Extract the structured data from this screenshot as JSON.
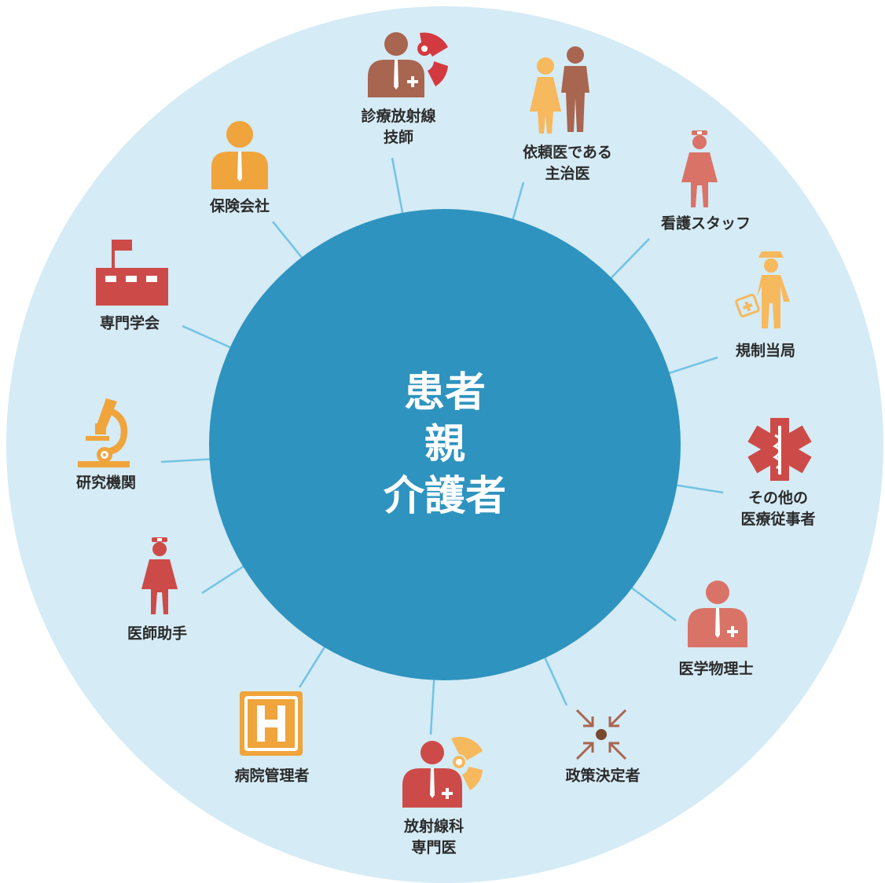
{
  "center": {
    "lines": [
      "患者",
      "親",
      "介護者"
    ]
  },
  "stakeholders": [
    {
      "id": "radiology-technician",
      "lines": [
        "診療放射線",
        "技師"
      ],
      "icon": "radiology-technician-icon"
    },
    {
      "id": "referring-physician",
      "lines": [
        "依頼医である",
        "主治医"
      ],
      "icon": "couple-icon"
    },
    {
      "id": "nursing-staff",
      "lines": [
        "看護スタッフ"
      ],
      "icon": "nurse-icon"
    },
    {
      "id": "regulatory-authority",
      "lines": [
        "規制当局"
      ],
      "icon": "inspector-icon"
    },
    {
      "id": "other-health-workers",
      "lines": [
        "その他の",
        "医療従事者"
      ],
      "icon": "star-of-life-icon"
    },
    {
      "id": "medical-physicist",
      "lines": [
        "医学物理士"
      ],
      "icon": "doctor-icon"
    },
    {
      "id": "policy-makers",
      "lines": [
        "政策決定者"
      ],
      "icon": "converging-arrows-icon"
    },
    {
      "id": "radiologist",
      "lines": [
        "放射線科",
        "専門医"
      ],
      "icon": "radiologist-icon"
    },
    {
      "id": "hospital-administrator",
      "lines": [
        "病院管理者"
      ],
      "icon": "hospital-icon"
    },
    {
      "id": "physician-assistant",
      "lines": [
        "医師助手"
      ],
      "icon": "nurse-icon"
    },
    {
      "id": "research-institution",
      "lines": [
        "研究機関"
      ],
      "icon": "microscope-icon"
    },
    {
      "id": "professional-society",
      "lines": [
        "専門学会"
      ],
      "icon": "building-flag-icon"
    },
    {
      "id": "insurance-company",
      "lines": [
        "保険会社"
      ],
      "icon": "person-icon"
    }
  ],
  "colors": {
    "outer_circle": "#d5ebf5",
    "inner_circle": "#2e93bf",
    "connector": "#72c3e4",
    "brown": "#a8654f",
    "red": "#cc4b49",
    "orange": "#f0a43c",
    "salmon": "#da7367",
    "light_orange": "#f6b95d",
    "crimson": "#d33a40",
    "dark_brown": "#7a4a2f"
  }
}
